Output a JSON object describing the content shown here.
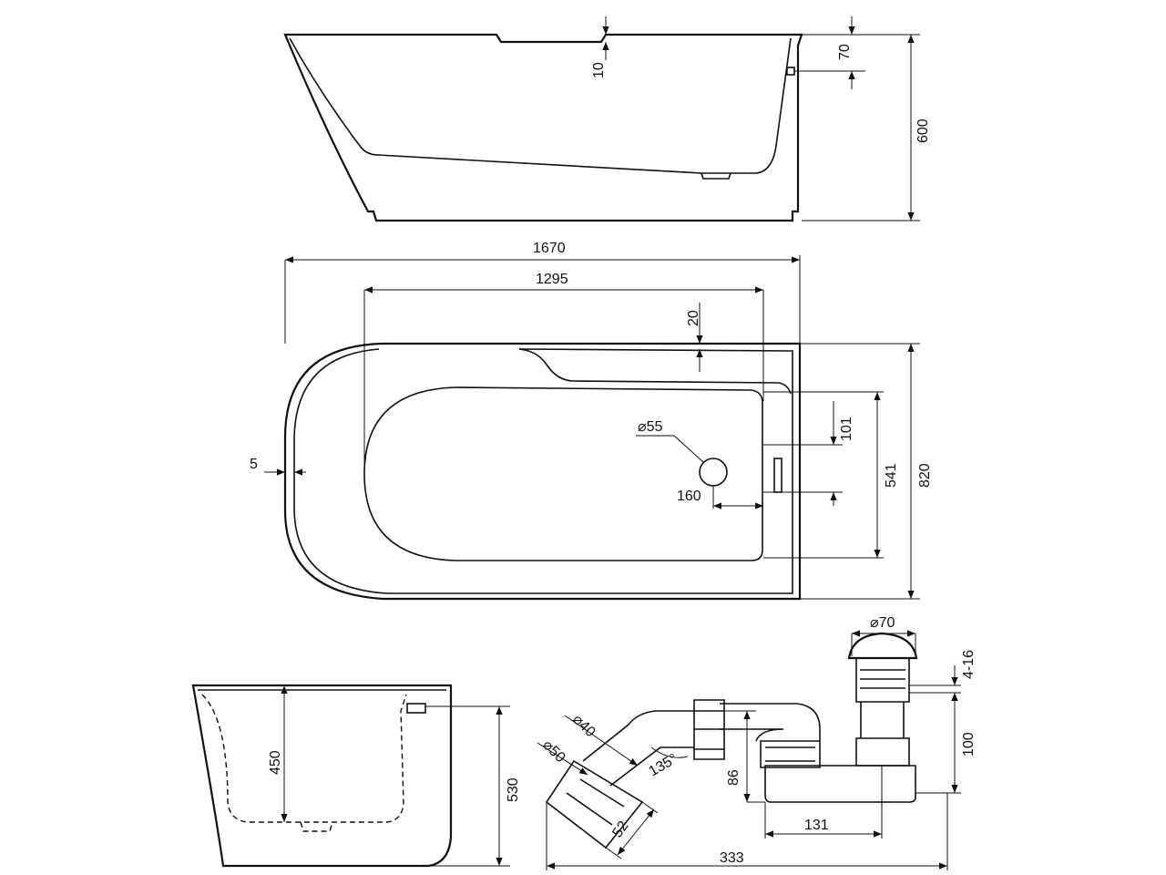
{
  "drawing": {
    "side_view": {
      "rim_recess": "10",
      "overflow_height": "70",
      "height": "600"
    },
    "plan_view": {
      "overall_length": "1670",
      "inner_length": "1295",
      "rim_offset": "20",
      "drain_diameter": "⌀55",
      "wall_gap": "5",
      "overflow_width": "101",
      "inner_width": "541",
      "overall_width": "820",
      "drain_offset": "160"
    },
    "end_view": {
      "inner_depth": "450",
      "overall_height": "530"
    },
    "siphon": {
      "plug_diameter": "⌀70",
      "plug_adjust": "4-16",
      "pipe_diameter_40": "⌀40",
      "pipe_diameter_50": "⌀50",
      "angle": "135°",
      "height_86": "86",
      "height_100": "100",
      "length_131": "131",
      "outlet_52": "52",
      "length_333": "333"
    }
  }
}
